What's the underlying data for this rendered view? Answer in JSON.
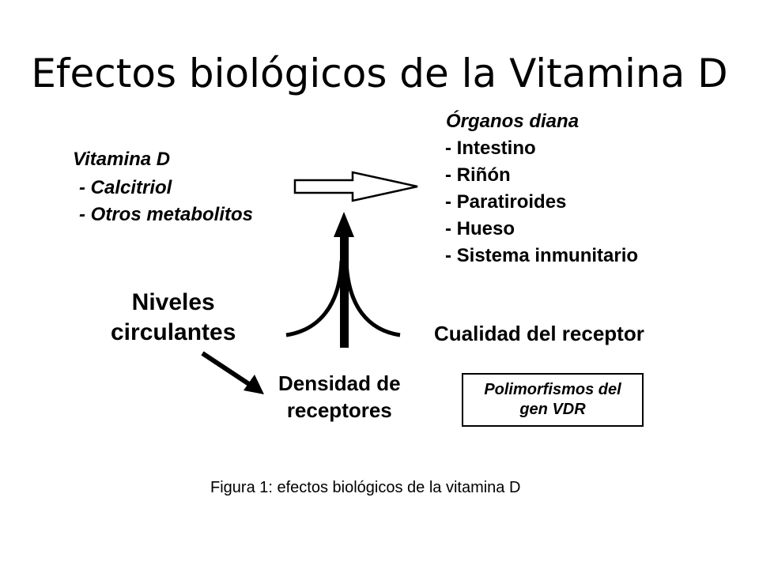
{
  "title": "Efectos biológicos de la Vitamina D",
  "vitamin_d": {
    "heading": "Vitamina D",
    "items": [
      "- Calcitriol",
      "- Otros metabolitos"
    ]
  },
  "target_organs": {
    "heading": "Órganos diana",
    "items": [
      "- Intestino",
      "- Riñón",
      "- Paratiroides",
      "- Hueso",
      "- Sistema inmunitario"
    ]
  },
  "circulating_levels": {
    "line1": "Niveles",
    "line2": "circulantes"
  },
  "receptor_density": {
    "line1": "Densidad de",
    "line2": "receptores"
  },
  "receptor_quality": "Cualidad del receptor",
  "polymorphisms": {
    "line1": "Polimorfismos del",
    "line2": "gen VDR"
  },
  "caption": "Figura 1: efectos biológicos de la vitamina D",
  "icons": {
    "hollow_arrow": "right-hollow-arrow-icon",
    "up_arrow": "up-arrow-icon",
    "diagonal_arrow": "diagonal-arrow-icon",
    "converging_curves": "converging-curves-icon"
  },
  "colors": {
    "text": "#000000",
    "background": "#ffffff"
  }
}
